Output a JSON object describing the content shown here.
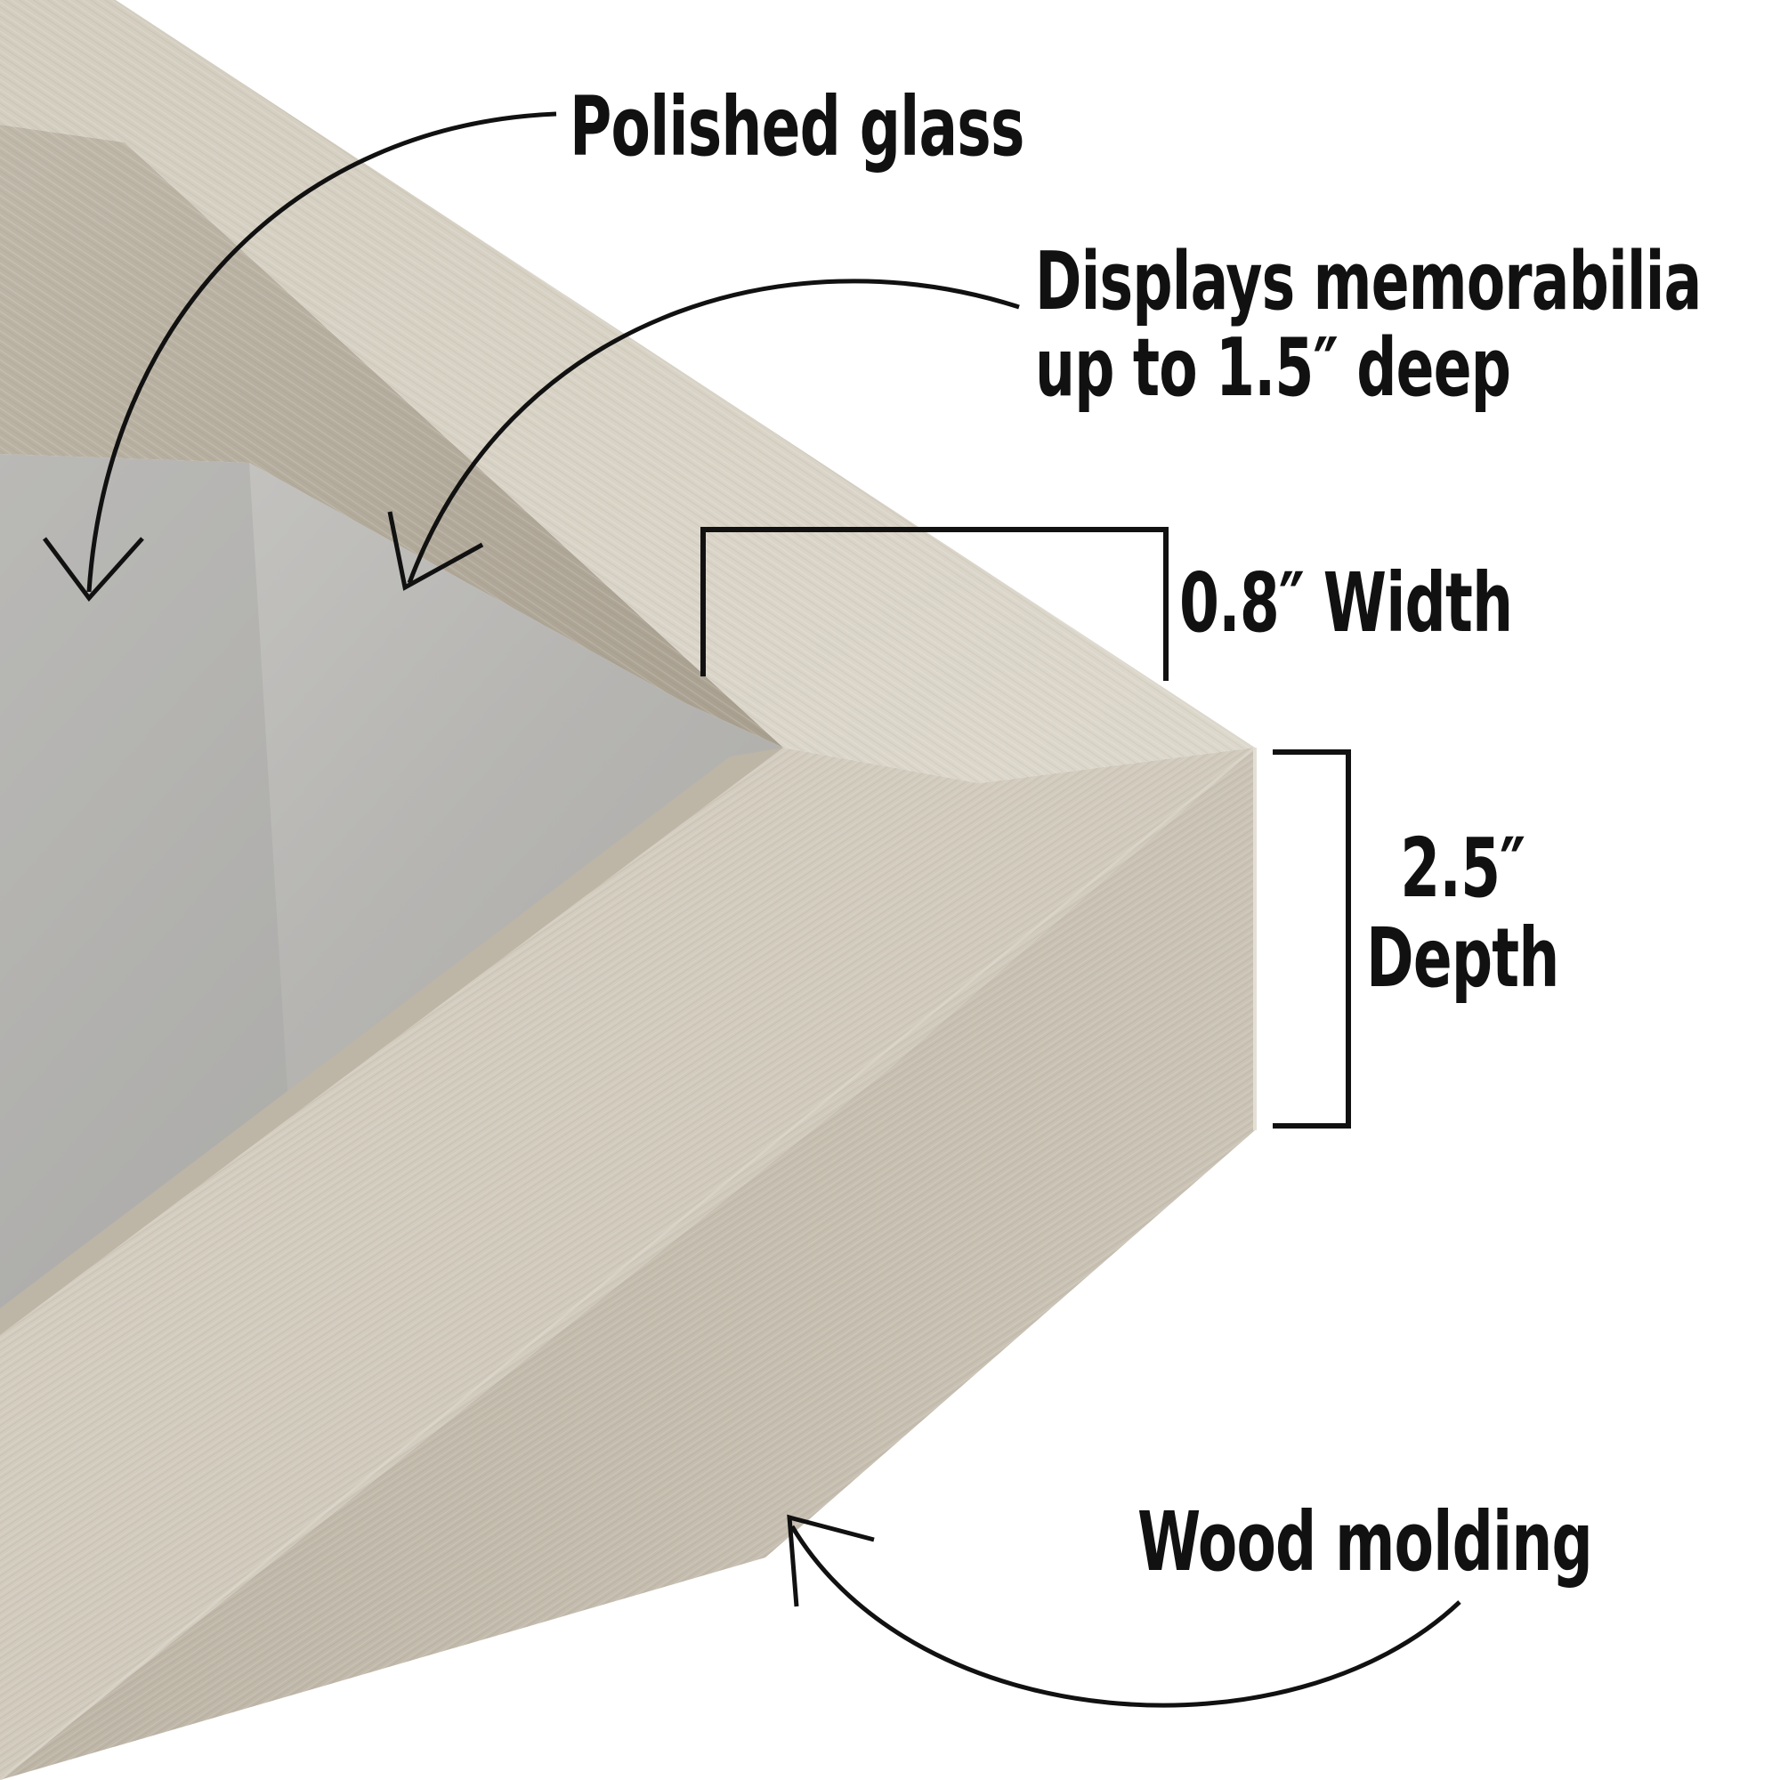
{
  "annotations": {
    "glass": "Polished glass",
    "display_line1": "Displays memorabilia",
    "display_line2": "up to 1.5″ deep",
    "width": "0.8″ Width",
    "depth_value": "2.5″",
    "depth_label": "Depth",
    "wood": "Wood molding"
  },
  "colors": {
    "background": "#ffffff",
    "wood_light": "#d6d0c3",
    "wood_mid": "#c8c1b2",
    "wood_dark": "#b3ab9c",
    "glass_interior": "#b9b9b7",
    "ink": "#111111"
  }
}
